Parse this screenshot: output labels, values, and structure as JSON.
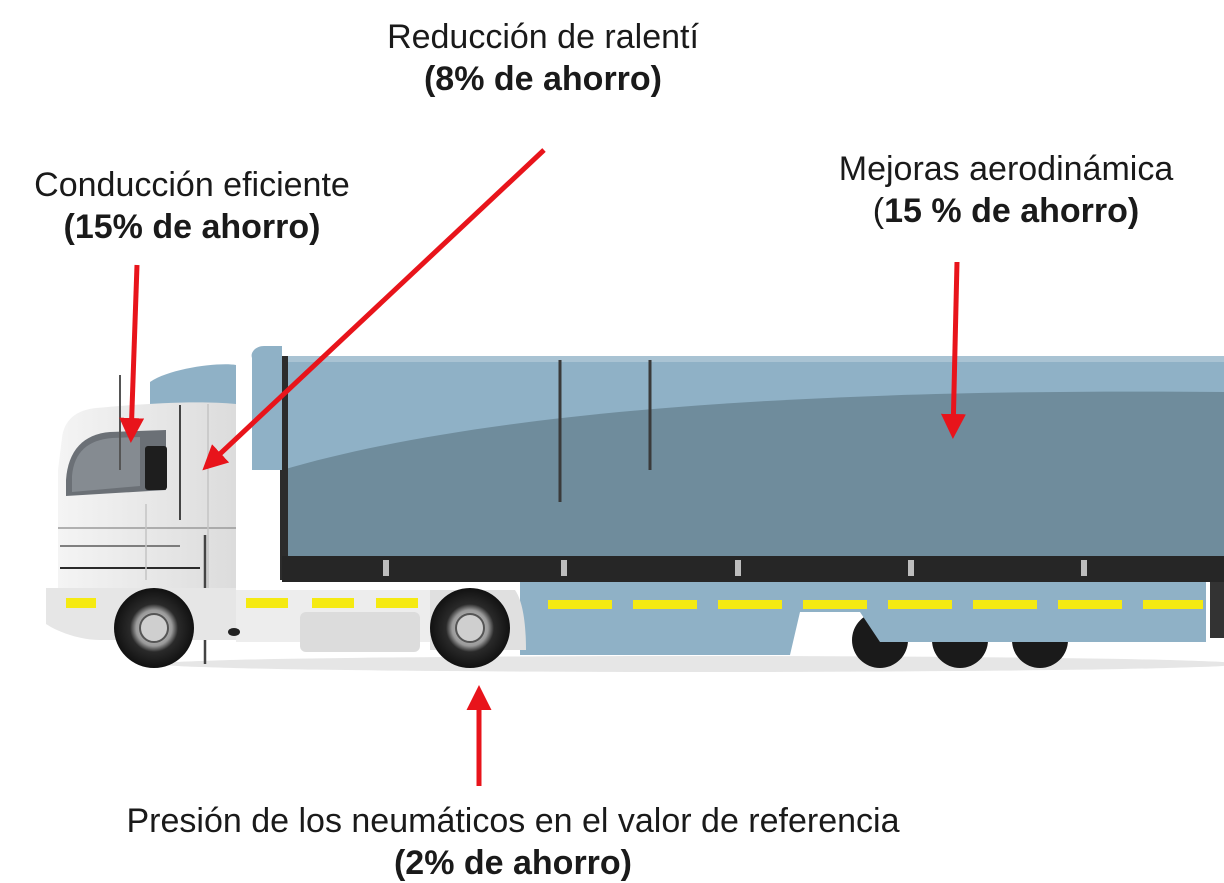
{
  "callouts": {
    "idle": {
      "text": "Reducción de ralentí",
      "saving": "(8% de ahorro)"
    },
    "driving": {
      "text": "Conducción eficiente",
      "saving": "(15% de ahorro)"
    },
    "aero": {
      "text": "Mejoras aerodinámica",
      "saving_open": "(",
      "saving_bold": "15 % de ahorro)"
    },
    "tire": {
      "text": "Presión de los neumáticos en el valor de referencia",
      "saving": "(2% de ahorro)"
    }
  },
  "colors": {
    "arrow": "#e8141b",
    "trailer_light": "#8fb1c6",
    "trailer_dark": "#6f8c9c",
    "reflector": "#f5ea12"
  }
}
